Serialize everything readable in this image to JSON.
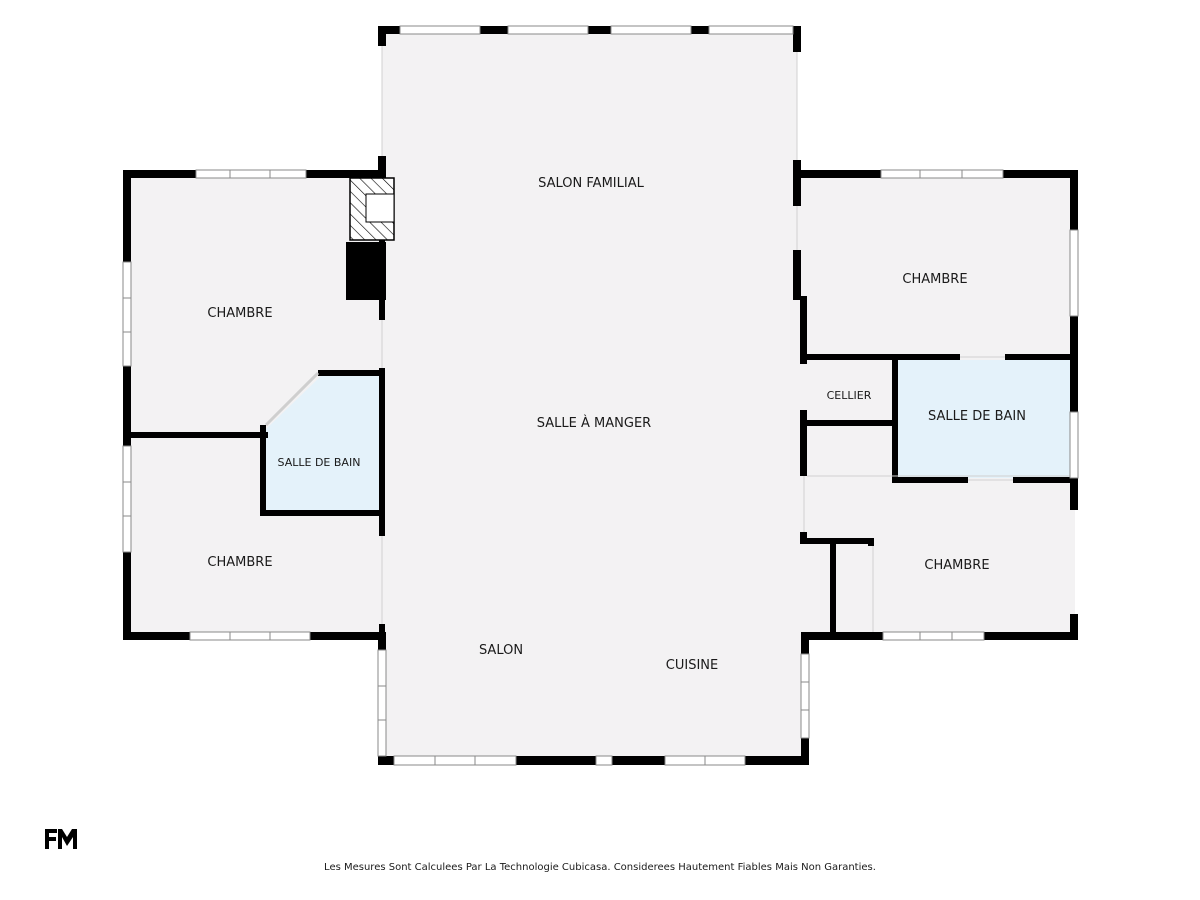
{
  "rooms": {
    "salon_familial": "SALON FAMILIAL",
    "salle_a_manger": "SALLE À MANGER",
    "salon": "SALON",
    "cuisine": "CUISINE",
    "chambre_ouest_haut": "CHAMBRE",
    "chambre_ouest_bas": "CHAMBRE",
    "salle_de_bain_ouest": "SALLE DE BAIN",
    "chambre_est_haut": "CHAMBRE",
    "cellier": "CELLIER",
    "salle_de_bain_est": "SALLE DE BAIN",
    "chambre_est_bas": "CHAMBRE"
  },
  "footer": {
    "disclaimer": "Les Mesures Sont Calculees Par La Technologie Cubicasa. Considerees Hautement Fiables Mais Non Garanties."
  },
  "colors": {
    "floor": "#f3f2f3",
    "bathroom": "#e4f2fa",
    "wall": "#000000",
    "window": "#ffffff"
  },
  "icons": {
    "logo": "fm-logo-icon",
    "fireplace": "fireplace-icon"
  }
}
